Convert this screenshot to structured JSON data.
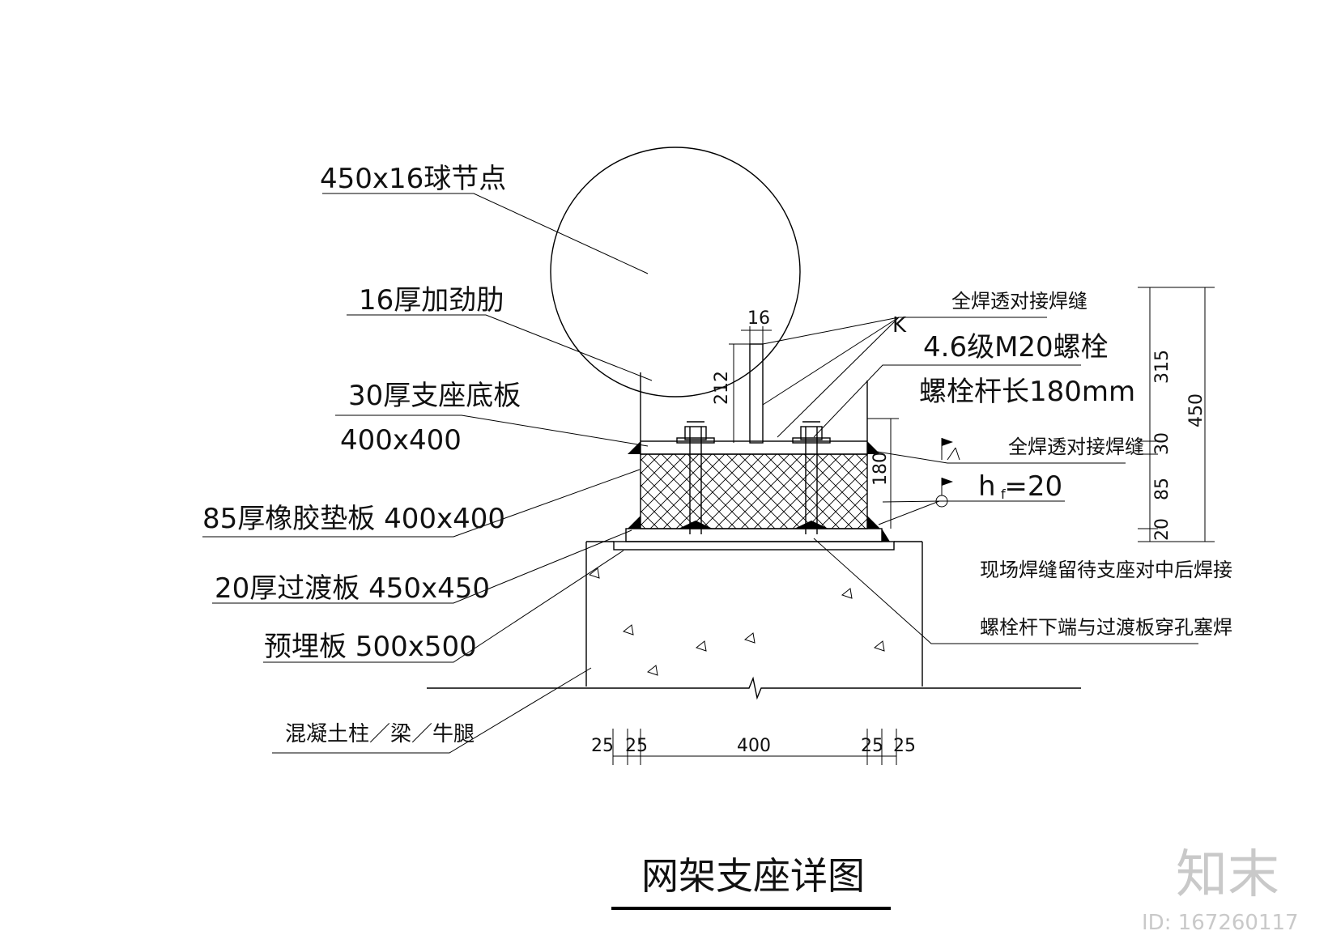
{
  "title": "网架支座详图",
  "labels": {
    "ball_node": "450x16球节点",
    "stiffener": "16厚加劲肋",
    "base_plate_1": "30厚支座底板",
    "base_plate_2": "400x400",
    "rubber_pad": "85厚橡胶垫板  400x400",
    "transition_plate": "20厚过渡板  450x450",
    "embedded_plate": "预埋板  500x500",
    "concrete": "混凝土柱／梁／牛腿",
    "weld_full_top": "全焊透对接焊缝",
    "bolt_grade": "4.6级M20螺栓",
    "bolt_length": "螺栓杆长180mm",
    "weld_full_mid": "全焊透对接焊缝",
    "weld_hf": "h   =20",
    "weld_hf_sub": "f",
    "weld_note_site": "现场焊缝留待支座对中后焊接",
    "weld_note_plug": "螺栓杆下端与过渡板穿孔塞焊",
    "weld_k": "K"
  },
  "dims": {
    "stiffener_thk": "16",
    "stiffener_h": "212",
    "bolt_h": "180",
    "total_h": "450",
    "seg_315": "315",
    "seg_30": "30",
    "seg_85": "85",
    "seg_20": "20",
    "bot_25a": "25",
    "bot_25b": "25",
    "bot_400": "400",
    "bot_25c": "25",
    "bot_25d": "25"
  },
  "watermark": {
    "brand": "知末",
    "id": "ID: 167260117"
  }
}
